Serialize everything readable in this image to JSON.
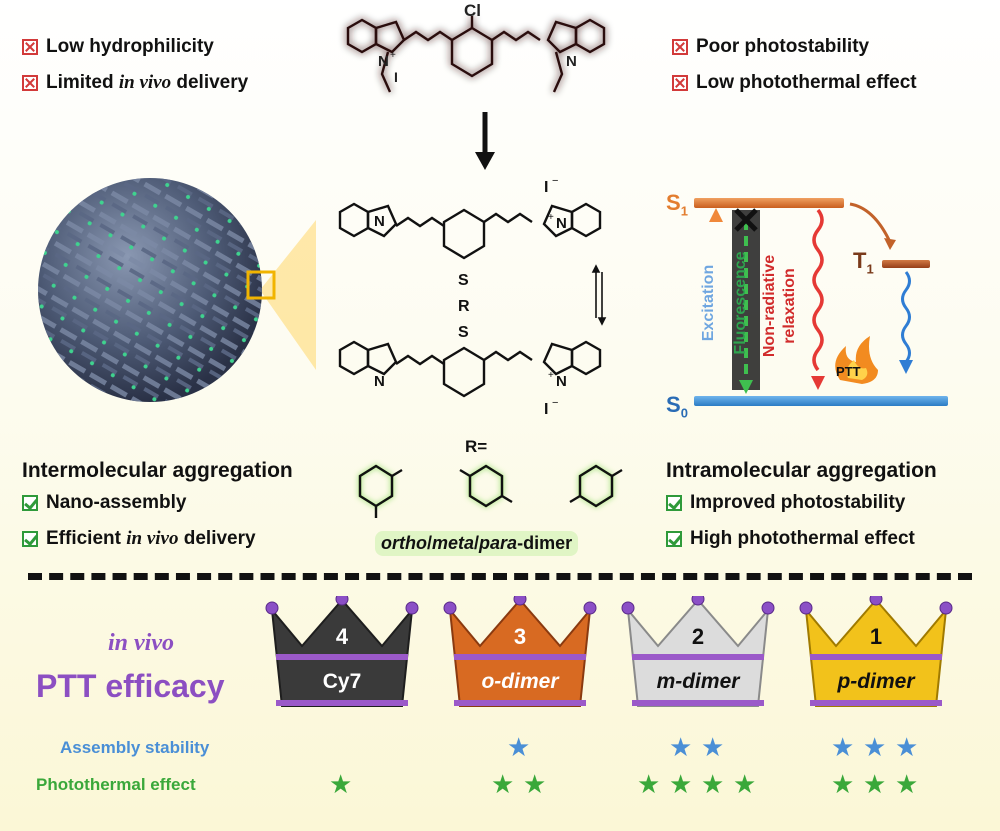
{
  "top_left": [
    {
      "text": "Low hydrophilicity"
    },
    {
      "pre": "Limited ",
      "em": "in vivo",
      "post": " delivery"
    }
  ],
  "top_right": [
    {
      "text": "Poor photostability"
    },
    {
      "text": "Low photothermal effect"
    }
  ],
  "inter": {
    "heading": "Intermolecular aggregation",
    "items": [
      {
        "text": "Nano-assembly"
      },
      {
        "pre": "Efficient ",
        "em": "in vivo",
        "post": " delivery"
      }
    ]
  },
  "intra": {
    "heading": "Intramolecular aggregation",
    "items": [
      {
        "text": "Improved photostability"
      },
      {
        "text": "High photothermal effect"
      }
    ]
  },
  "molecule": {
    "cl": "Cl",
    "n_plus": "N",
    "plus": "+",
    "iodide": "I",
    "minus": "−",
    "s": "S",
    "r": "R",
    "r_eq": "R=",
    "dimer_caption": {
      "a": "ortho",
      "s1": "/",
      "b": "meta",
      "s2": "/",
      "c": "para",
      "d": "-dimer"
    }
  },
  "jablonski": {
    "s1": "S",
    "s1_sub": "1",
    "t1": "T",
    "t1_sub": "1",
    "s0": "S",
    "s0_sub": "0",
    "excitation": "Excitation",
    "fluorescence": "Fluorescence",
    "nonrad1": "Non-radiative",
    "nonrad2": "relaxation",
    "ptt": "PTT",
    "colors": {
      "excitation": "#e8843a",
      "fluorescence": "#2ea44f",
      "nonrad": "#e53935",
      "level": "#3a8fd4",
      "s1": "#e37d2f",
      "t1": "#b5562a"
    }
  },
  "ranking": {
    "title_em": "in vivo",
    "title": "PTT efficacy",
    "row1": "Assembly stability",
    "row2": "Photothermal effect",
    "star": "★",
    "crowns": [
      {
        "rank": "4",
        "name": "Cy7",
        "italic": false,
        "color": "#3a3a3a",
        "stroke": "#1e1e1e",
        "text_color": "#ffffff",
        "assembly": 0,
        "photothermal": 1
      },
      {
        "rank": "3",
        "name": "o-dimer",
        "italic": true,
        "color": "#d86a22",
        "stroke": "#8a3a10",
        "text_color": "#ffffff",
        "assembly": 1,
        "photothermal": 2
      },
      {
        "rank": "2",
        "name": "m-dimer",
        "italic": true,
        "color": "#dcdcdc",
        "stroke": "#8a8a8a",
        "text_color": "#111111",
        "assembly": 2,
        "photothermal": 4
      },
      {
        "rank": "1",
        "name": "p-dimer",
        "italic": true,
        "color": "#f2c21b",
        "stroke": "#a07a00",
        "text_color": "#111111",
        "assembly": 3,
        "photothermal": 3
      }
    ],
    "colors": {
      "title": "#8c4fc2",
      "assembly": "#4a8fd6",
      "photothermal": "#3aa83a",
      "band": "#9b59c9"
    }
  }
}
